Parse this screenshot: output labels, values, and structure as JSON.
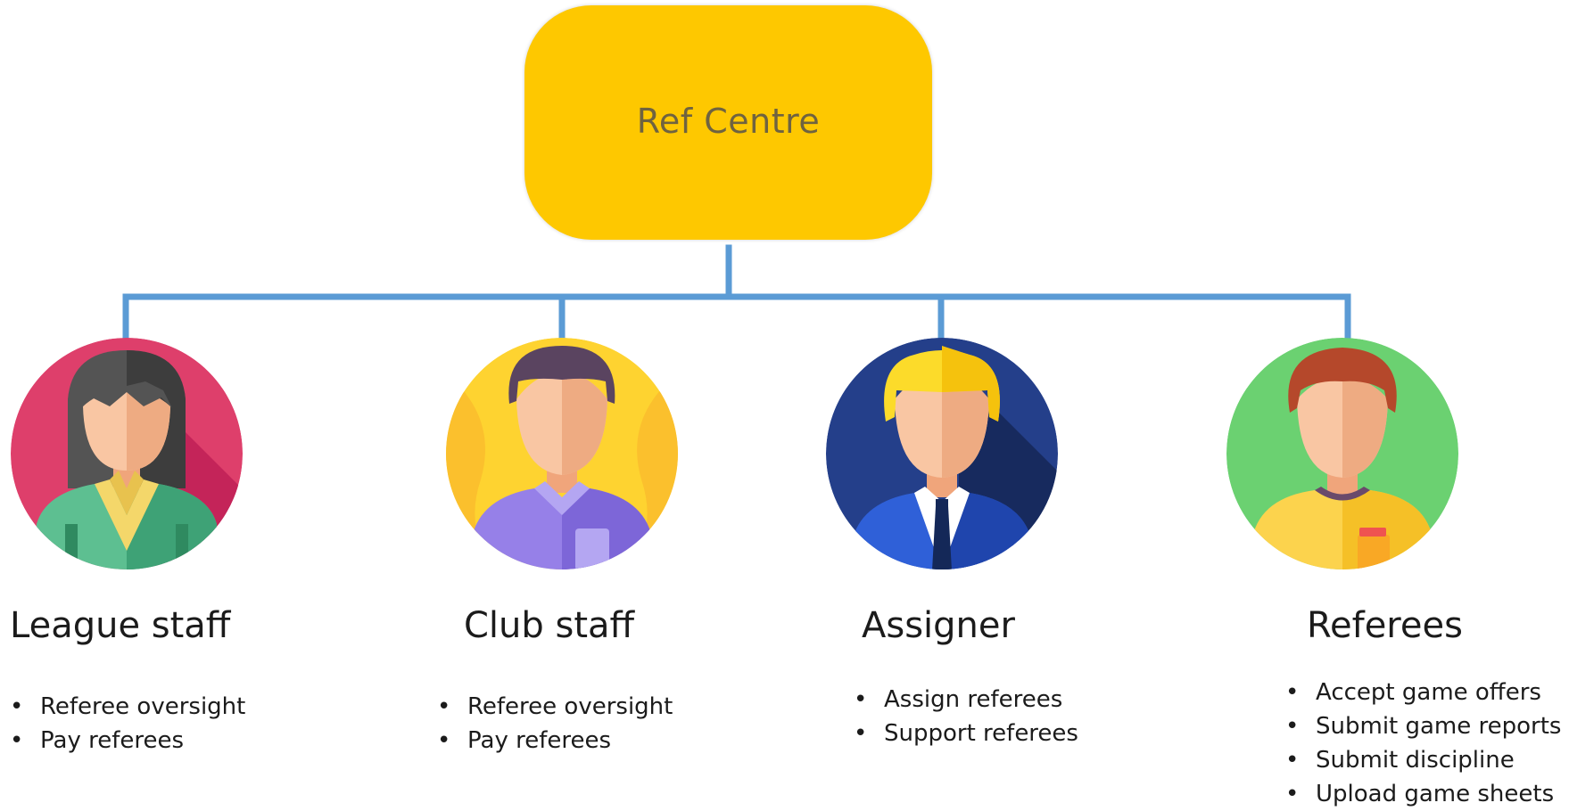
{
  "root": {
    "label": "Ref Centre"
  },
  "roles": [
    {
      "title": "League staff",
      "icon": "woman-avatar-icon",
      "bg_color": "#de3f6b",
      "duties": [
        "Referee oversight",
        "Pay referees"
      ]
    },
    {
      "title": "Club staff",
      "icon": "man-avatar-icon",
      "bg_color": "#fed330",
      "duties": [
        "Referee oversight",
        "Pay referees"
      ]
    },
    {
      "title": "Assigner",
      "icon": "businessman-avatar-icon",
      "bg_color": "#243f8a",
      "duties": [
        "Assign referees",
        "Support referees"
      ]
    },
    {
      "title": "Referees",
      "icon": "referee-avatar-icon",
      "bg_color": "#6bd171",
      "duties": [
        "Accept game offers",
        "Submit game reports",
        "Submit discipline",
        "Upload game sheets"
      ]
    }
  ],
  "colors": {
    "root_fill": "#fec800",
    "connector": "#5b9bd5"
  }
}
